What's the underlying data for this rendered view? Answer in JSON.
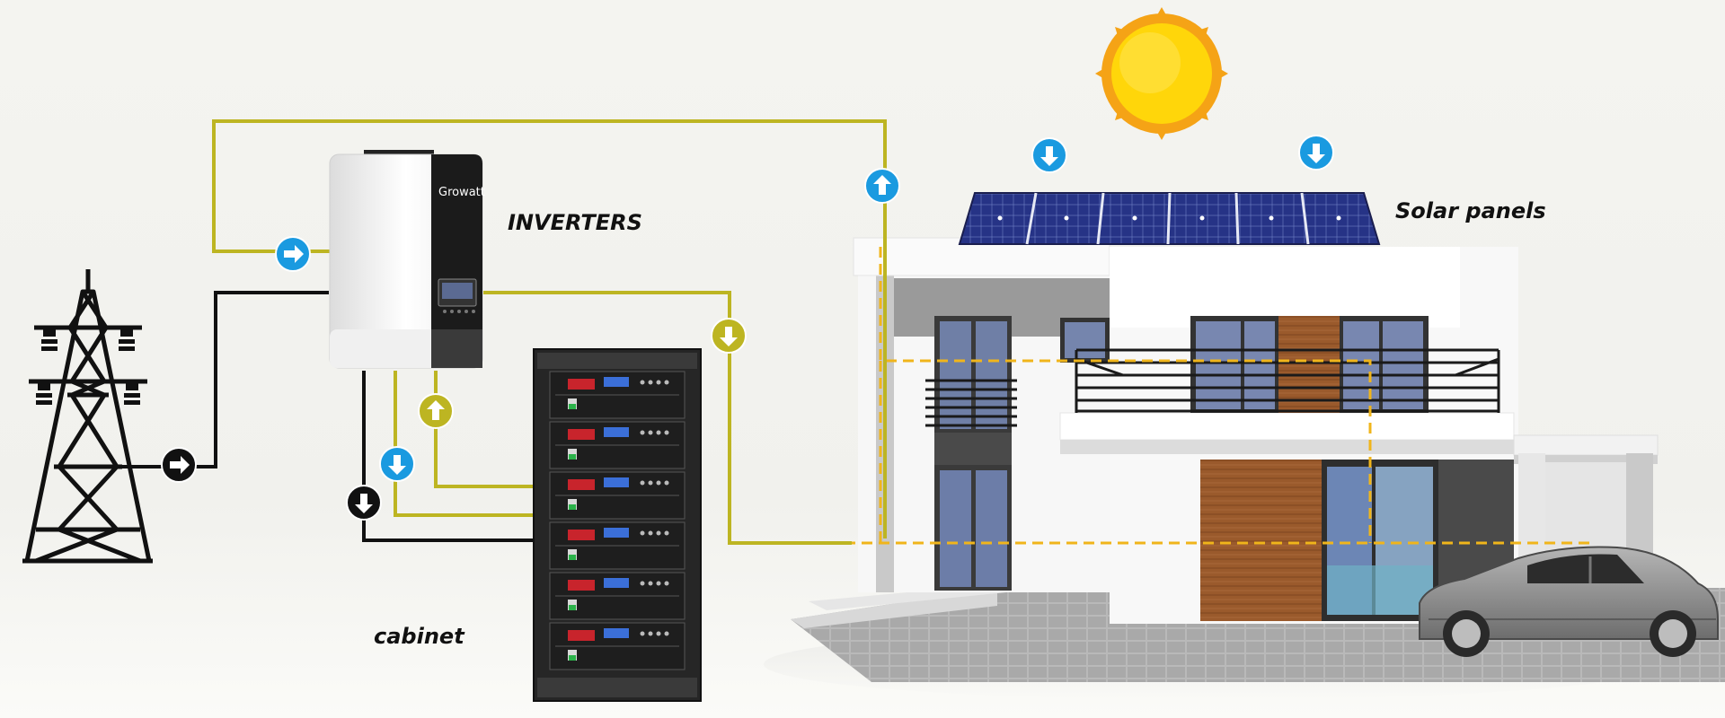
{
  "labels": {
    "inverters": "INVERTERS",
    "cabinet": "cabinet",
    "solar_panels": "Solar panels"
  },
  "inverter_brand": "Growatt",
  "colors": {
    "background": "#f3f3ef",
    "power_line": "#bdb522",
    "grid_line": "#111111",
    "house_wiring": "#f0b51b",
    "flow_arrow": "#1a9ae0",
    "flow_arrow_olive": "#bdb522",
    "sun": "#ffd60a",
    "solar_panel": "#24307a",
    "battery_cabinet": "#222222",
    "wood": "#9a5a2c",
    "car": "#8a8a8a"
  },
  "icons": [
    "transmission-tower-icon",
    "sun-icon",
    "flow-arrow-icon"
  ]
}
